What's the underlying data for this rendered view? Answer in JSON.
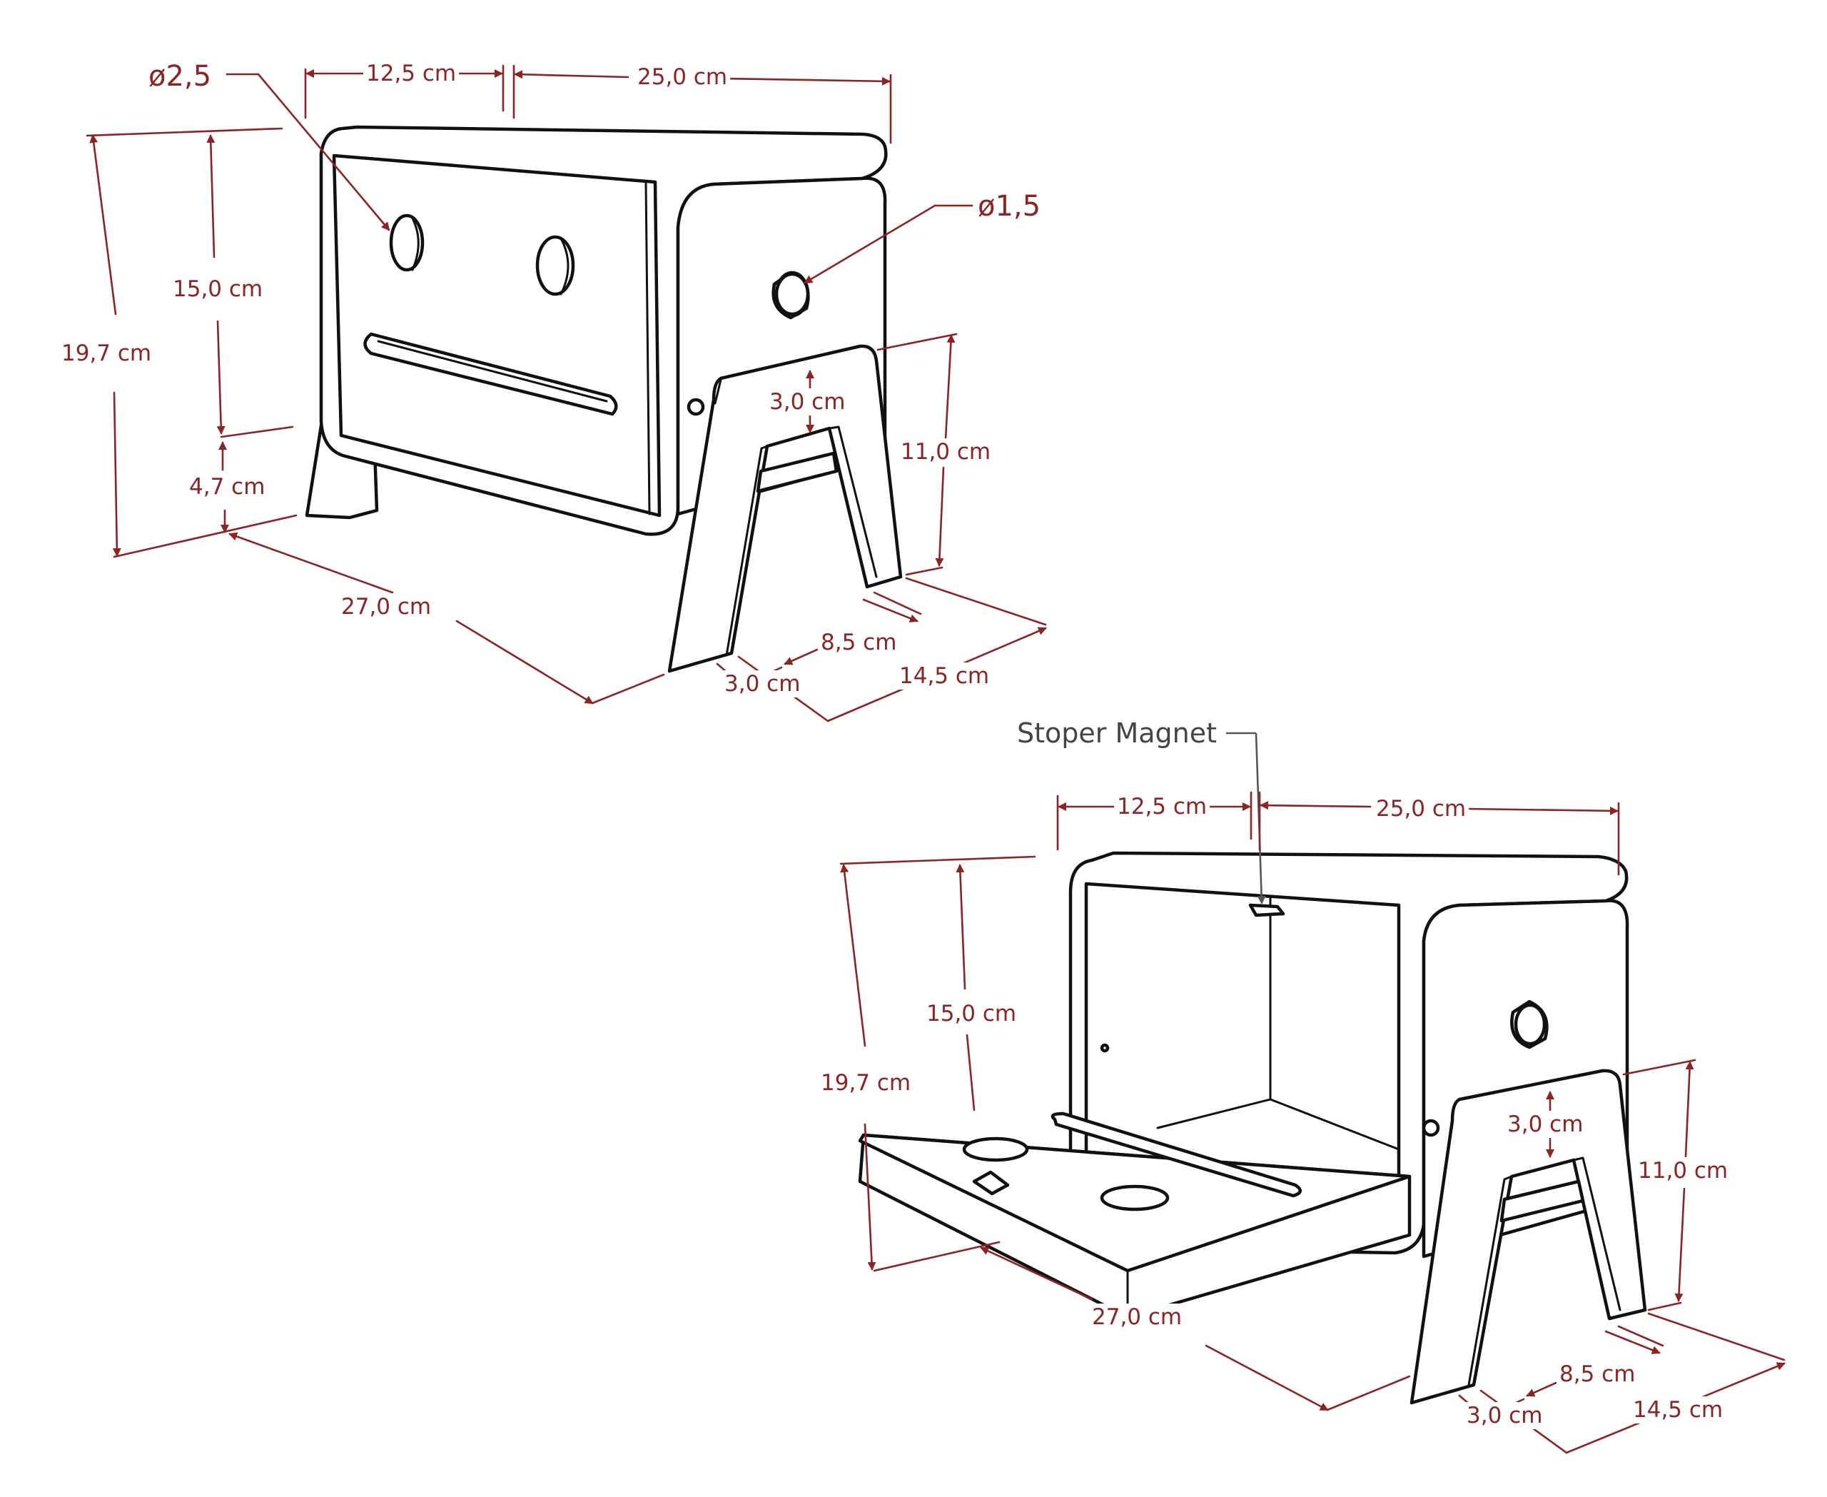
{
  "top_view": {
    "width_left": "12,5 cm",
    "width_right": "25,0 cm",
    "hole_large": "ø2,5",
    "hole_small": "ø1,5",
    "height_total": "19,7 cm",
    "height_body": "15,0 cm",
    "height_leg": "4,7 cm",
    "depth": "27,0 cm",
    "leg_top": "3,0 cm",
    "leg_height": "11,0 cm",
    "leg_gap": "8,5 cm",
    "leg_foot": "3,0 cm",
    "leg_width": "14,5 cm"
  },
  "bottom_view": {
    "callout": "Stoper Magnet",
    "width_left": "12,5 cm",
    "width_right": "25,0 cm",
    "height_total": "19,7 cm",
    "height_body": "15,0 cm",
    "depth": "27,0 cm",
    "leg_top": "3,0 cm",
    "leg_height": "11,0 cm",
    "leg_gap": "8,5 cm",
    "leg_foot": "3,0 cm",
    "leg_width": "14,5 cm"
  }
}
